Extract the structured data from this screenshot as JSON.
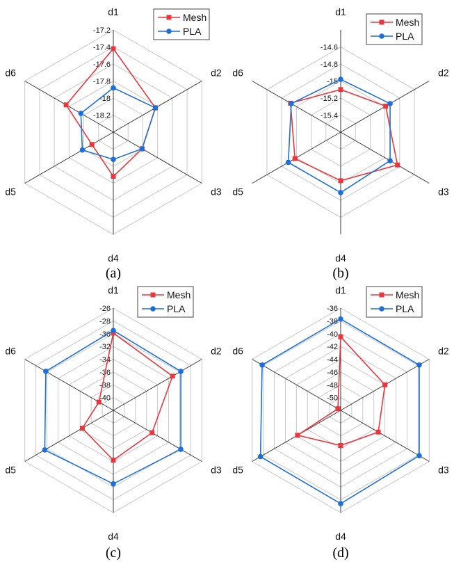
{
  "chart_data": [
    {
      "type": "radar",
      "panel_label": "(a)",
      "axes": [
        "d1",
        "d2",
        "d3",
        "d4",
        "d5",
        "d6"
      ],
      "r_ticks": [
        -17.2,
        -17.4,
        -17.6,
        -17.8,
        -18.0,
        -18.2
      ],
      "rlim": [
        -18.4,
        -17.2
      ],
      "series": [
        {
          "name": "Mesh",
          "color": "#e8373f",
          "marker": "square",
          "values": [
            -17.42,
            -17.83,
            -18.01,
            -17.88,
            -18.11,
            -17.76
          ]
        },
        {
          "name": "PLA",
          "color": "#1e6fd9",
          "marker": "circle",
          "values": [
            -17.88,
            -17.83,
            -18.01,
            -18.08,
            -17.98,
            -17.96
          ]
        }
      ],
      "legend": "top-right",
      "grid": true
    },
    {
      "type": "radar",
      "panel_label": "(b)",
      "axes": [
        "d1",
        "d2",
        "d3",
        "d4",
        "d5",
        "d6"
      ],
      "r_ticks": [
        -14.6,
        -14.8,
        -15.0,
        -15.2,
        -15.4
      ],
      "rlim": [
        -15.6,
        -14.4
      ],
      "series": [
        {
          "name": "Mesh",
          "color": "#e8373f",
          "marker": "square",
          "values": [
            -15.1,
            -14.99,
            -14.83,
            -15.03,
            -14.98,
            -14.92
          ]
        },
        {
          "name": "PLA",
          "color": "#1e6fd9",
          "marker": "circle",
          "values": [
            -14.98,
            -14.93,
            -14.93,
            -14.89,
            -14.89,
            -14.93
          ]
        }
      ],
      "legend": "top-right",
      "grid": true
    },
    {
      "type": "radar",
      "panel_label": "(c)",
      "axes": [
        "d1",
        "d2",
        "d3",
        "d4",
        "d5",
        "d6"
      ],
      "r_ticks": [
        -26,
        -28,
        -30,
        -32,
        -34,
        -36,
        -38,
        -40
      ],
      "rlim": [
        -42,
        -26
      ],
      "series": [
        {
          "name": "Mesh",
          "color": "#e8373f",
          "marker": "square",
          "values": [
            -29.9,
            -31.3,
            -35.0,
            -34.2,
            -36.4,
            -39.4
          ]
        },
        {
          "name": "PLA",
          "color": "#1e6fd9",
          "marker": "circle",
          "values": [
            -29.5,
            -29.8,
            -29.8,
            -30.5,
            -29.6,
            -29.8
          ]
        }
      ],
      "legend": "top-right",
      "grid": true
    },
    {
      "type": "radar",
      "panel_label": "(d)",
      "axes": [
        "d1",
        "d2",
        "d3",
        "d4",
        "d5",
        "d6"
      ],
      "r_ticks": [
        -36,
        -38,
        -40,
        -42,
        -44,
        -46,
        -48,
        -50
      ],
      "rlim": [
        -52,
        -36
      ],
      "series": [
        {
          "name": "Mesh",
          "color": "#e8373f",
          "marker": "square",
          "values": [
            -40.5,
            -44.0,
            -45.2,
            -46.5,
            -44.2,
            -51.5
          ]
        },
        {
          "name": "PLA",
          "color": "#1e6fd9",
          "marker": "circle",
          "values": [
            -37.7,
            -37.8,
            -37.8,
            -37.4,
            -37.5,
            -37.8
          ]
        }
      ],
      "legend": "top-right",
      "grid": true
    }
  ]
}
